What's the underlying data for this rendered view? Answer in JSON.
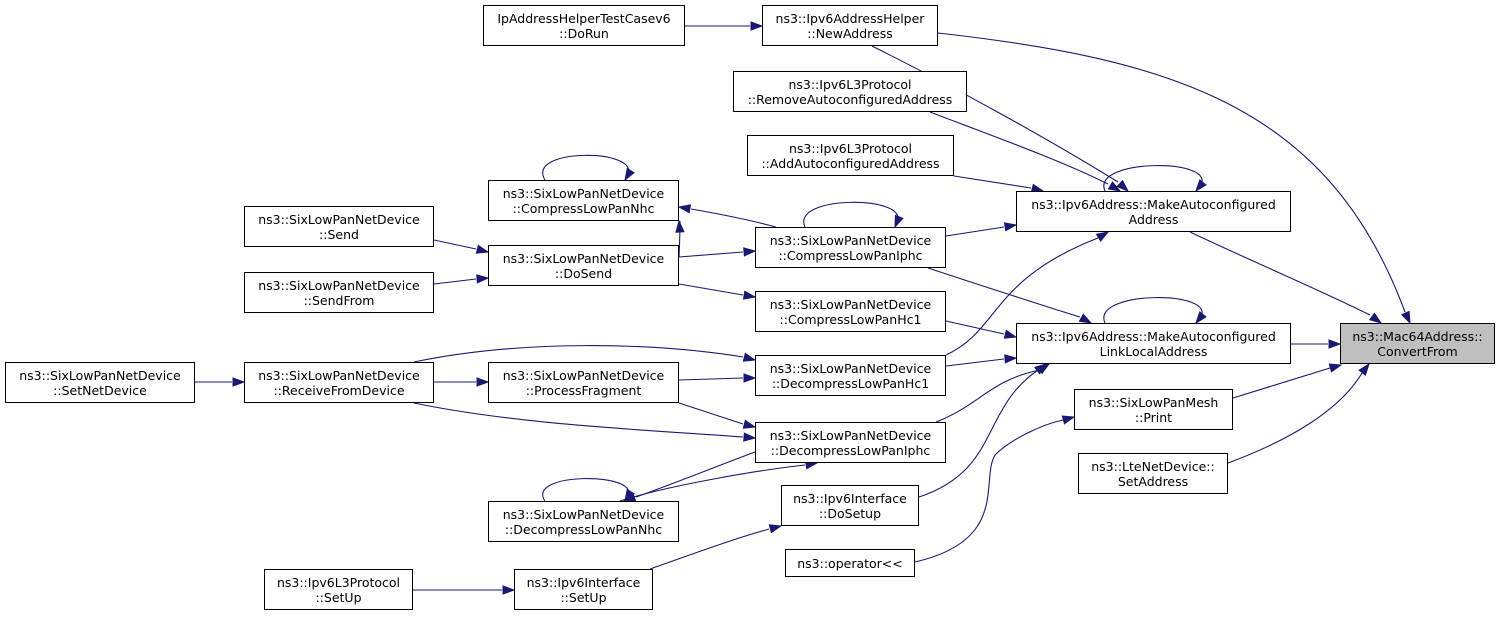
{
  "diagram": {
    "type": "caller-graph",
    "colors": {
      "edge": "#191970",
      "node_border": "#000000",
      "node_fill": "#ffffff",
      "focus_fill": "#bfbfbf"
    },
    "nodes": [
      {
        "id": "convertfrom",
        "line1": "ns3::Mac64Address::",
        "line2": "ConvertFrom",
        "focus": true
      },
      {
        "id": "newaddress",
        "line1": "ns3::Ipv6AddressHelper",
        "line2": "::NewAddress"
      },
      {
        "id": "dorun",
        "line1": "IpAddressHelperTestCasev6",
        "line2": "::DoRun"
      },
      {
        "id": "removeauto",
        "line1": "ns3::Ipv6L3Protocol",
        "line2": "::RemoveAutoconfiguredAddress"
      },
      {
        "id": "addauto",
        "line1": "ns3::Ipv6L3Protocol",
        "line2": "::AddAutoconfiguredAddress"
      },
      {
        "id": "makeauto",
        "line1": "ns3::Ipv6Address::MakeAutoconfigured",
        "line2": "Address"
      },
      {
        "id": "makelinklocal",
        "line1": "ns3::Ipv6Address::MakeAutoconfigured",
        "line2": "LinkLocalAddress"
      },
      {
        "id": "meshprint",
        "line1": "ns3::SixLowPanMesh",
        "line2": "::Print"
      },
      {
        "id": "ltesetaddr",
        "line1": "ns3::LteNetDevice::",
        "line2": "SetAddress"
      },
      {
        "id": "compressnhc",
        "line1": "ns3::SixLowPanNetDevice",
        "line2": "::CompressLowPanNhc"
      },
      {
        "id": "compressiphc",
        "line1": "ns3::SixLowPanNetDevice",
        "line2": "::CompressLowPanIphc"
      },
      {
        "id": "compresshc1",
        "line1": "ns3::SixLowPanNetDevice",
        "line2": "::CompressLowPanHc1"
      },
      {
        "id": "decompresshc1",
        "line1": "ns3::SixLowPanNetDevice",
        "line2": "::DecompressLowPanHc1"
      },
      {
        "id": "decompressiphc",
        "line1": "ns3::SixLowPanNetDevice",
        "line2": "::DecompressLowPanIphc"
      },
      {
        "id": "decompressnhc",
        "line1": "ns3::SixLowPanNetDevice",
        "line2": "::DecompressLowPanNhc"
      },
      {
        "id": "send",
        "line1": "ns3::SixLowPanNetDevice",
        "line2": "::Send"
      },
      {
        "id": "sendfrom",
        "line1": "ns3::SixLowPanNetDevice",
        "line2": "::SendFrom"
      },
      {
        "id": "dosend",
        "line1": "ns3::SixLowPanNetDevice",
        "line2": "::DoSend"
      },
      {
        "id": "processfragment",
        "line1": "ns3::SixLowPanNetDevice",
        "line2": "::ProcessFragment"
      },
      {
        "id": "receivefromdevice",
        "line1": "ns3::SixLowPanNetDevice",
        "line2": "::ReceiveFromDevice"
      },
      {
        "id": "setnetdevice",
        "line1": "ns3::SixLowPanNetDevice",
        "line2": "::SetNetDevice"
      },
      {
        "id": "ifacedosetup",
        "line1": "ns3::Ipv6Interface",
        "line2": "::DoSetup"
      },
      {
        "id": "ifacesetup",
        "line1": "ns3::Ipv6Interface",
        "line2": "::SetUp"
      },
      {
        "id": "l3setup",
        "line1": "ns3::Ipv6L3Protocol",
        "line2": "::SetUp"
      },
      {
        "id": "operatorout",
        "line1": "ns3::operator<<",
        "line2": ""
      }
    ],
    "edges": [
      {
        "from": "dorun",
        "to": "newaddress"
      },
      {
        "from": "newaddress",
        "to": "convertfrom"
      },
      {
        "from": "newaddress",
        "to": "makeauto"
      },
      {
        "from": "removeauto",
        "to": "makeauto"
      },
      {
        "from": "addauto",
        "to": "makeauto"
      },
      {
        "from": "makeauto",
        "to": "makeauto"
      },
      {
        "from": "makeauto",
        "to": "convertfrom"
      },
      {
        "from": "compressiphc",
        "to": "makeauto"
      },
      {
        "from": "compressiphc",
        "to": "makelinklocal"
      },
      {
        "from": "compressiphc",
        "to": "compressiphc"
      },
      {
        "from": "compressiphc",
        "to": "compressnhc"
      },
      {
        "from": "compressnhc",
        "to": "compressnhc"
      },
      {
        "from": "decompresshc1",
        "to": "makeauto"
      },
      {
        "from": "decompresshc1",
        "to": "makelinklocal"
      },
      {
        "from": "compresshc1",
        "to": "makelinklocal"
      },
      {
        "from": "decompressiphc",
        "to": "makelinklocal"
      },
      {
        "from": "decompressiphc",
        "to": "decompressnhc"
      },
      {
        "from": "decompressnhc",
        "to": "decompressnhc"
      },
      {
        "from": "decompressnhc",
        "to": "decompressiphc"
      },
      {
        "from": "makelinklocal",
        "to": "makelinklocal"
      },
      {
        "from": "makelinklocal",
        "to": "convertfrom"
      },
      {
        "from": "meshprint",
        "to": "convertfrom"
      },
      {
        "from": "ltesetaddr",
        "to": "convertfrom"
      },
      {
        "from": "ifacedosetup",
        "to": "makelinklocal"
      },
      {
        "from": "operatorout",
        "to": "meshprint"
      },
      {
        "from": "send",
        "to": "dosend"
      },
      {
        "from": "sendfrom",
        "to": "dosend"
      },
      {
        "from": "dosend",
        "to": "compressnhc"
      },
      {
        "from": "dosend",
        "to": "compressiphc"
      },
      {
        "from": "dosend",
        "to": "compresshc1"
      },
      {
        "from": "receivefromdevice",
        "to": "processfragment"
      },
      {
        "from": "receivefromdevice",
        "to": "decompresshc1"
      },
      {
        "from": "receivefromdevice",
        "to": "decompressiphc"
      },
      {
        "from": "processfragment",
        "to": "decompresshc1"
      },
      {
        "from": "processfragment",
        "to": "decompressiphc"
      },
      {
        "from": "setnetdevice",
        "to": "receivefromdevice"
      },
      {
        "from": "ifacesetup",
        "to": "ifacedosetup"
      },
      {
        "from": "l3setup",
        "to": "ifacesetup"
      }
    ]
  }
}
